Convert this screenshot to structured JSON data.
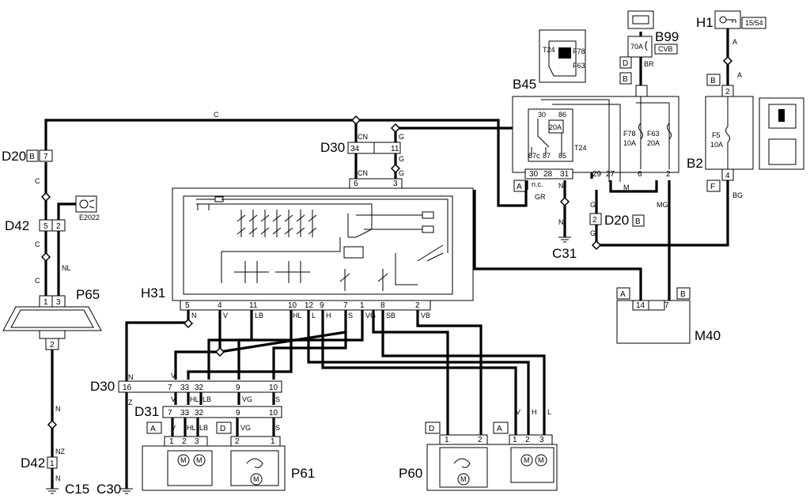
{
  "components": {
    "D20_left": "D20",
    "D42_a": "D42",
    "P65": "P65",
    "D42_b": "D42",
    "C15": "C15",
    "C30": "C30",
    "H31": "H31",
    "D30_top": "D30",
    "D30_bot": "D30",
    "D31": "D31",
    "P61": "P61",
    "P60": "P60",
    "B45": "B45",
    "B99": "B99",
    "H1": "H1",
    "B2": "B2",
    "C31": "C31",
    "D20_right": "D20",
    "M40": "M40"
  },
  "labels": {
    "E2022": "E2022",
    "ign": "15/54",
    "CVB": "CVB",
    "T24": "T24",
    "r30": "30",
    "r86": "86",
    "r20A": "20A",
    "r87c": "87c",
    "r87": "87",
    "r85": "85",
    "F78": "F78",
    "F78a": "10A",
    "F63": "F63",
    "F63a": "20A",
    "F5": "F5",
    "F5a": "10A",
    "fuse70": "70A",
    "nc": "n.c."
  },
  "letters": {
    "B": "B",
    "A": "A",
    "D": "D",
    "F": "F"
  },
  "wires": {
    "C": "C",
    "NL": "NL",
    "N": "N",
    "NZ": "NZ",
    "CN": "CN",
    "G": "G",
    "BR": "BR",
    "A": "A",
    "GR": "GR",
    "M": "M",
    "MG": "MG",
    "BG": "BG",
    "Z": "Z",
    "V": "V",
    "LB": "LB",
    "HL": "HL",
    "L": "L",
    "H": "H",
    "S": "S",
    "VG": "VG",
    "SB": "SB",
    "VB": "VB"
  },
  "pins": {
    "p7": "7",
    "p5": "5",
    "p2": "2",
    "p1": "1",
    "p3": "3",
    "p34": "34",
    "p11": "11",
    "p6": "6",
    "p4": "4",
    "p10": "10",
    "p12": "12",
    "p9": "9",
    "p8": "8",
    "p16": "16",
    "p33": "33",
    "p32": "32",
    "p28": "28",
    "p31": "31",
    "p29": "29",
    "p27": "27",
    "p14": "14"
  }
}
